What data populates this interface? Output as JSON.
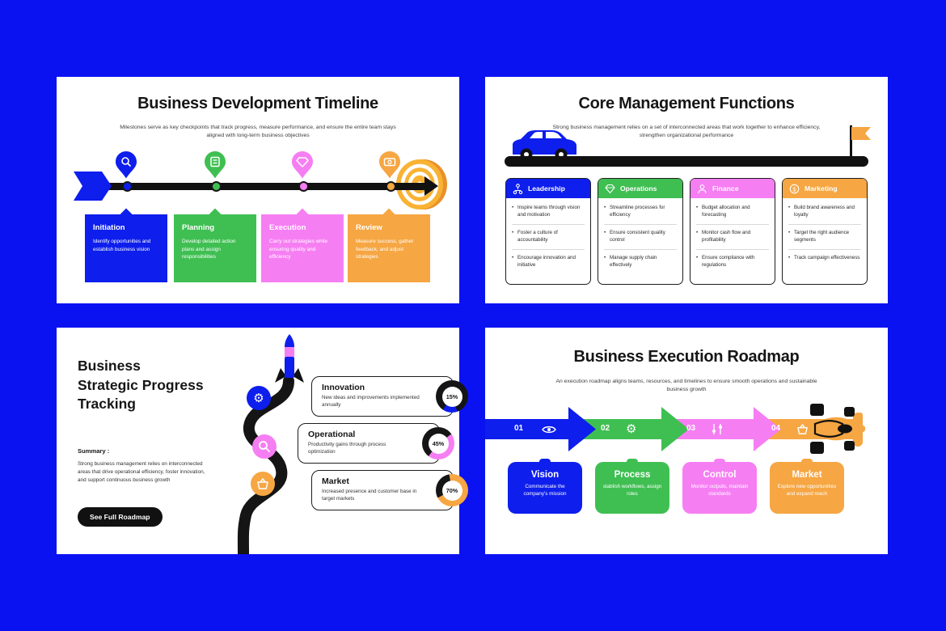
{
  "colors": {
    "blue": "#0d1eed",
    "green": "#3fbf52",
    "pink": "#f67ef3",
    "orange": "#f6a642",
    "ink": "#151515",
    "background": "#0b12f2"
  },
  "slide1": {
    "title": "Business Development Timeline",
    "subtitle": "Milestones serve as key checkpoints that track progress, measure performance, and ensure the entire team stays aligned with long-term business objectives",
    "stages": [
      {
        "title": "Initiation",
        "desc": "Identify opportunities and establish business vision",
        "color": "#0d1eed"
      },
      {
        "title": "Planning",
        "desc": "Develop detailed action plans and assign responsibilities",
        "color": "#3fbf52"
      },
      {
        "title": "Execution",
        "desc": "Carry out strategies while ensuring quality and efficiency",
        "color": "#f67ef3"
      },
      {
        "title": "Review",
        "desc": "Measure success, gather feedback, and adjust strategies",
        "color": "#f6a642"
      }
    ]
  },
  "slide2": {
    "title": "Core Management Functions",
    "subtitle": "Strong business management relies on a set of interconnected areas that work together to enhance efficiency, strengthen organizational performance",
    "columns": [
      {
        "title": "Leadership",
        "icon": "org-chart-icon",
        "color": "#0d1eed",
        "bullets": [
          "Inspire teams through vision and motivation",
          "Foster a culture of accountability",
          "Encourage innovation and initiative"
        ]
      },
      {
        "title": "Operations",
        "icon": "gem-icon",
        "color": "#3fbf52",
        "bullets": [
          "Streamline processes for efficiency",
          "Ensure consistent quality control",
          "Manage supply chain effectively"
        ]
      },
      {
        "title": "Finance",
        "icon": "person-icon",
        "color": "#f67ef3",
        "bullets": [
          "Budget allocation and forecasting",
          "Monitor cash flow and profitability",
          "Ensure compliance with regulations"
        ]
      },
      {
        "title": "Marketing",
        "icon": "coin-icon",
        "color": "#f6a642",
        "bullets": [
          "Build brand awareness and loyalty",
          "Target the right audience segments",
          "Track campaign effectiveness"
        ]
      }
    ]
  },
  "slide3": {
    "title": "Business\nStrategic Progress\nTracking",
    "summary_label": "Summary :",
    "summary_text": "Strong business management relies on interconnected areas that drive operational efficiency, foster innovation, and support continuous business growth",
    "button_label": "See Full Roadmap",
    "metrics": [
      {
        "title": "Innovation",
        "desc": "New ideas and improvements implemented annually",
        "percent": 15,
        "percent_label": "15%",
        "color": "#0d1eed"
      },
      {
        "title": "Operational",
        "desc": "Productivity gains through process optimization",
        "percent": 45,
        "percent_label": "45%",
        "color": "#f67ef3"
      },
      {
        "title": "Market",
        "desc": "Increased presence and customer base in target markets",
        "percent": 70,
        "percent_label": "70%",
        "color": "#f6a642"
      }
    ]
  },
  "slide4": {
    "title": "Business Execution Roadmap",
    "subtitle": "An execution roadmap aligns teams, resources, and timelines to ensure smooth operations and sustainable business growth",
    "steps": [
      {
        "num": "01",
        "icon": "eye-icon",
        "title": "Vision",
        "desc": "Communicate the company's mission",
        "color": "#0d1eed"
      },
      {
        "num": "02",
        "icon": "gear-icon",
        "title": "Process",
        "desc": "stablish workflows, assign roles",
        "color": "#3fbf52"
      },
      {
        "num": "03",
        "icon": "sliders-icon",
        "title": "Control",
        "desc": "Monitor outputs, maintain standards",
        "color": "#f67ef3"
      },
      {
        "num": "04",
        "icon": "basket-icon",
        "title": "Market",
        "desc": "Explore new opportunities and expand reach",
        "color": "#f6a642"
      }
    ]
  }
}
